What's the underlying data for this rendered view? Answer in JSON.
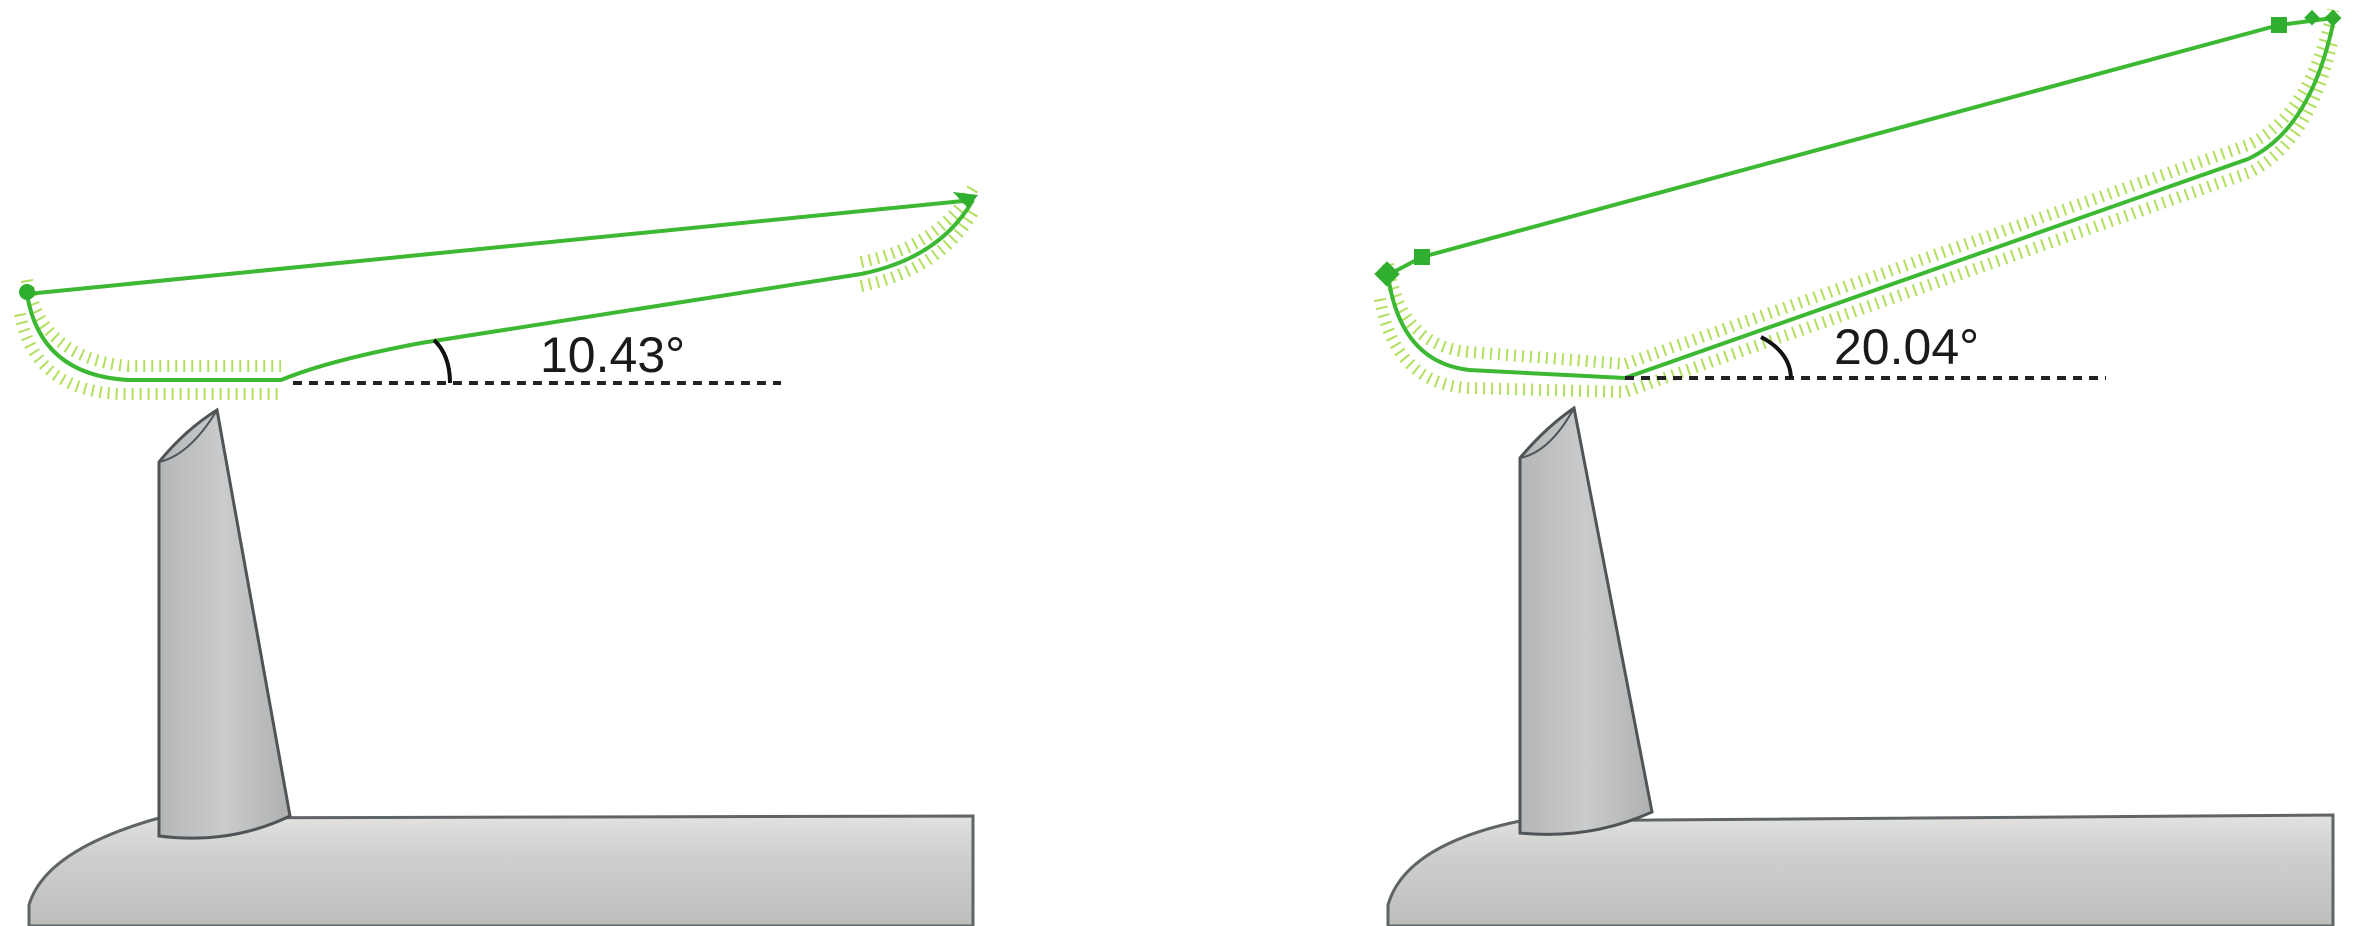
{
  "panels": [
    {
      "id": "left",
      "angle_label": "10.43°",
      "angle_deg": 10.43
    },
    {
      "id": "right",
      "angle_label": "20.04°",
      "angle_deg": 20.04
    }
  ],
  "colors": {
    "wire": "#3cb832",
    "hatching": "#a8dc4c",
    "body": "#c4c4c2",
    "reference_line": "#222222"
  }
}
